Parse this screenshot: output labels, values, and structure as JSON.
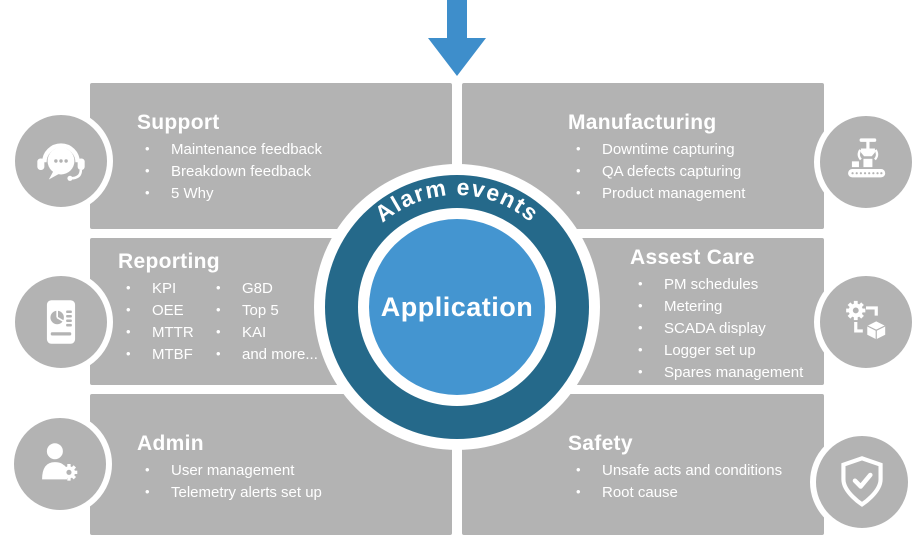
{
  "colors": {
    "panel_gray": "#b3b3b3",
    "ring_teal": "#25698a",
    "core_blue": "#4495d0",
    "arrow_blue": "#3e8ecb",
    "text_white": "#ffffff"
  },
  "arrow": {
    "icon": "down-arrow-icon"
  },
  "center": {
    "ring_label": "Alarm events",
    "core_label": "Application"
  },
  "panels": {
    "support": {
      "title": "Support",
      "icon": "headset-chat-icon",
      "items": [
        "Maintenance feedback",
        "Breakdown feedback",
        "5 Why"
      ]
    },
    "manufacturing": {
      "title": "Manufacturing",
      "icon": "assembly-line-icon",
      "items": [
        "Downtime capturing",
        "QA defects capturing",
        "Product management"
      ]
    },
    "reporting": {
      "title": "Reporting",
      "icon": "report-piechart-icon",
      "items_col1": [
        "KPI",
        "OEE",
        "MTTR",
        "MTBF"
      ],
      "items_col2": [
        "G8D",
        "Top 5",
        "KAI",
        "and more..."
      ]
    },
    "asset_care": {
      "title": "Assest Care",
      "icon": "gear-cube-icon",
      "items": [
        "PM schedules",
        "Metering",
        "SCADA display",
        "Logger set up",
        "Spares management"
      ]
    },
    "admin": {
      "title": "Admin",
      "icon": "user-gear-icon",
      "items": [
        "User management",
        "Telemetry alerts set up"
      ]
    },
    "safety": {
      "title": "Safety",
      "icon": "shield-check-icon",
      "items": [
        "Unsafe acts and conditions",
        "Root cause"
      ]
    }
  }
}
